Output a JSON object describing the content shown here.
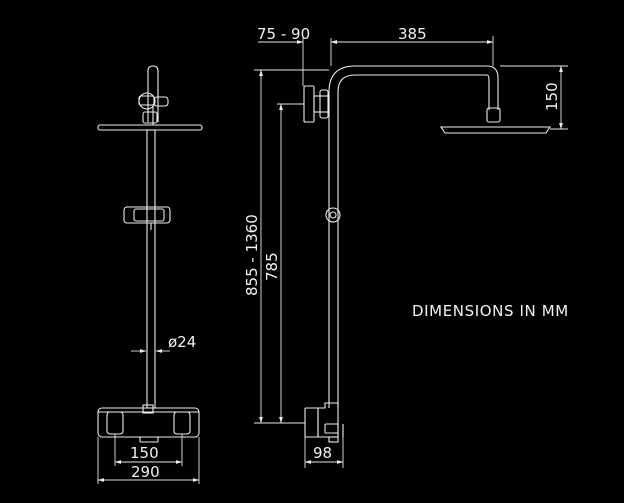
{
  "drawing": {
    "note": "DIMENSIONS IN MM",
    "dims": {
      "offset_range": "75 - 90",
      "arm_length": "385",
      "head_drop": "150",
      "total_height": "855 - 1360",
      "rail_height": "785",
      "pipe_diameter": "ø24",
      "valve_centres": "150",
      "valve_width": "290",
      "valve_depth": "98"
    },
    "colors": {
      "background": "#000000",
      "line": "#ececec"
    }
  }
}
